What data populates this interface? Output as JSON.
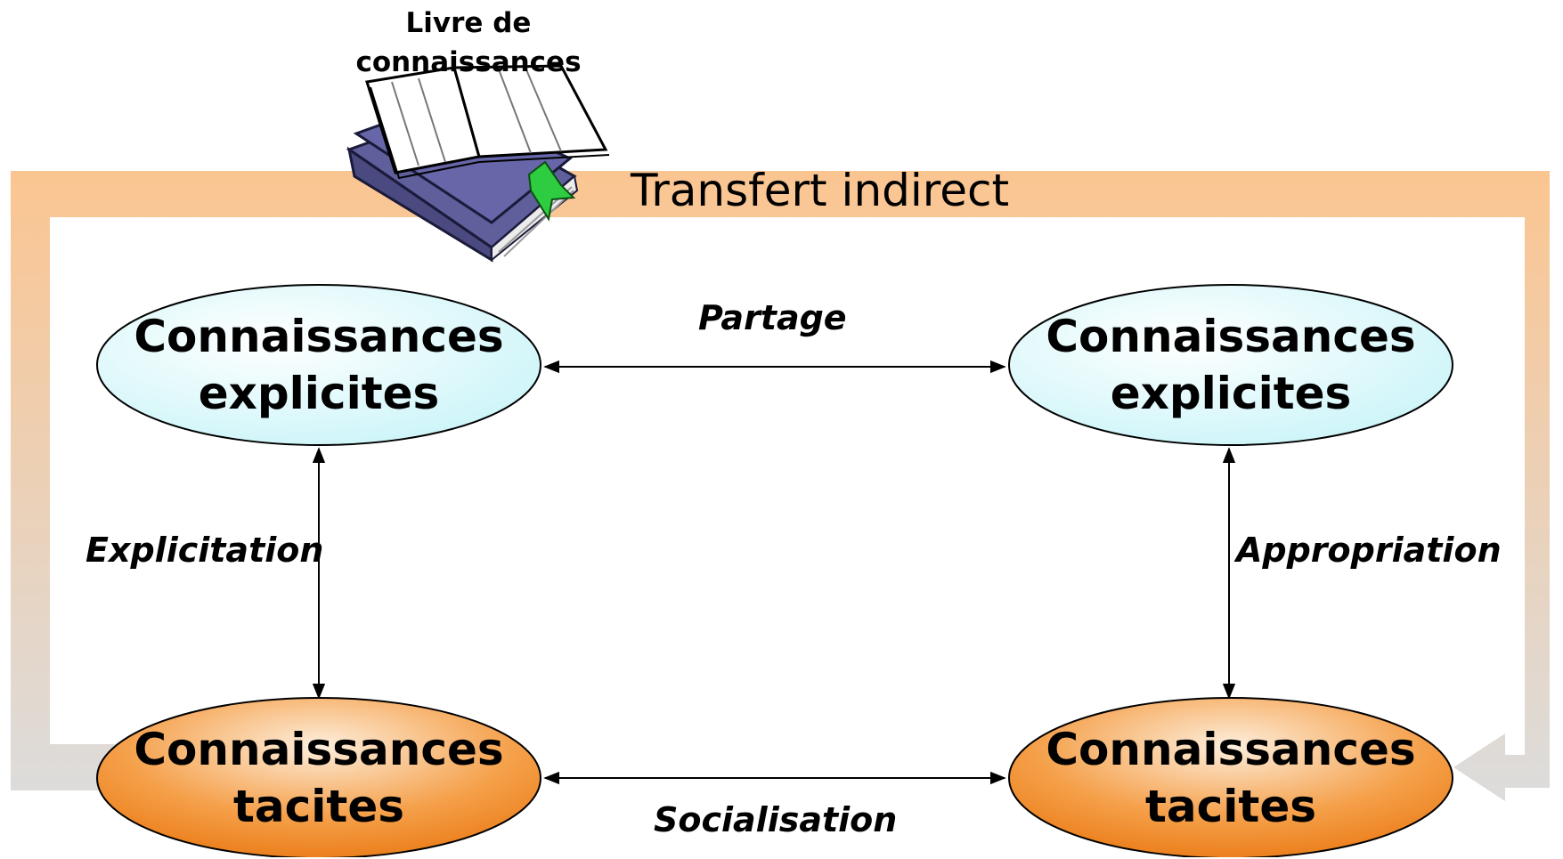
{
  "book": {
    "title_line1": "Livre de",
    "title_line2": "connaissances",
    "icon": "book-icon"
  },
  "transfer_band": {
    "label": "Transfert indirect",
    "color_top": "#FBC591",
    "color_bottom": "#DCDCDC"
  },
  "nodes": {
    "explicit_left": {
      "line1": "Connaissances",
      "line2": "explicites"
    },
    "explicit_right": {
      "line1": "Connaissances",
      "line2": "explicites"
    },
    "tacit_left": {
      "line1": "Connaissances",
      "line2": "tacites"
    },
    "tacit_right": {
      "line1": "Connaissances",
      "line2": "tacites"
    }
  },
  "relations": {
    "sharing": "Partage",
    "explicitation": "Explicitation",
    "appropriation": "Appropriation",
    "socialisation": "Socialisation"
  },
  "colors": {
    "explicit_fill": "#D9FAFC",
    "tacit_fill": "#F58A1F",
    "book_cover": "#5F5F9C",
    "bookmark": "#2ECC40"
  }
}
